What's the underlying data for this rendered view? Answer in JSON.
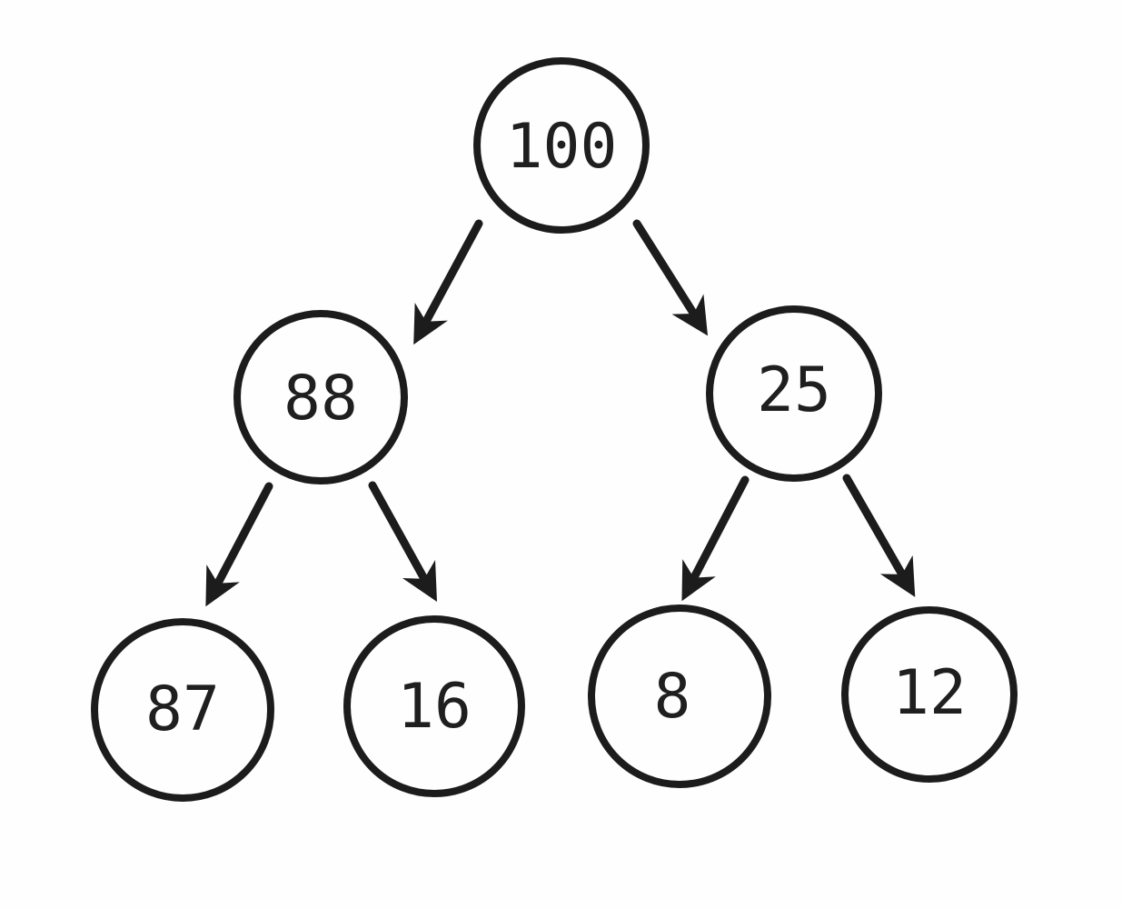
{
  "diagram": {
    "type": "binary-tree",
    "background_color": "#fefefe",
    "stroke_color": "#1c1c1c",
    "nodes": [
      {
        "id": "root",
        "value": "100",
        "level": 0
      },
      {
        "id": "root-left",
        "value": "88",
        "level": 1
      },
      {
        "id": "root-right",
        "value": "25",
        "level": 1
      },
      {
        "id": "left-left",
        "value": "87",
        "level": 2
      },
      {
        "id": "left-right",
        "value": "16",
        "level": 2
      },
      {
        "id": "right-left",
        "value": "8",
        "level": 2
      },
      {
        "id": "right-right",
        "value": "12",
        "level": 2
      }
    ],
    "edges": [
      {
        "from": "100",
        "to": "88"
      },
      {
        "from": "100",
        "to": "25"
      },
      {
        "from": "88",
        "to": "87"
      },
      {
        "from": "88",
        "to": "16"
      },
      {
        "from": "25",
        "to": "8"
      },
      {
        "from": "25",
        "to": "12"
      }
    ]
  }
}
